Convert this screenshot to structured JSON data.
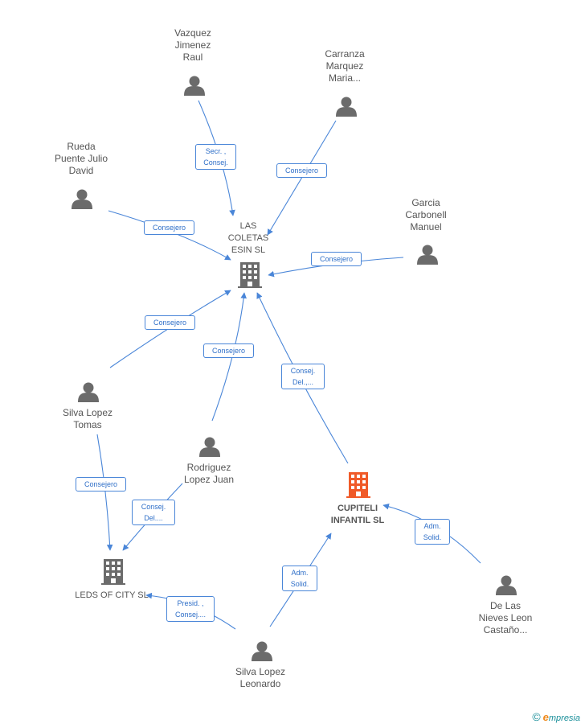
{
  "colors": {
    "edge": "#4a86d8",
    "person": "#6b6b6b",
    "company": "#6b6b6b",
    "focus_company": "#f05a28"
  },
  "nodes": {
    "vazquez": "Vazquez\nJimenez\nRaul",
    "carranza": "Carranza\nMarquez\nMaria...",
    "rueda": "Rueda\nPuente Julio\nDavid",
    "garcia": "Garcia\nCarbonell\nManuel",
    "las_coletas": "LAS\nCOLETAS\nESIN SL",
    "silva_tomas": "Silva Lopez\nTomas",
    "rodriguez": "Rodriguez\nLopez Juan",
    "cupiteli": "CUPITELI\nINFANTIL SL",
    "leds": "LEDS OF CITY SL",
    "de_las_nieves": "De Las\nNieves Leon\nCastaño...",
    "silva_leonardo": "Silva Lopez\nLeonardo"
  },
  "edges": {
    "vazquez_lc": "Secr. ,\nConsej.",
    "carranza_lc": "Consejero",
    "rueda_lc": "Consejero",
    "garcia_lc": "Consejero",
    "tomas_lc": "Consejero",
    "rodriguez_lc": "Consejero",
    "cupiteli_lc": "Consej.\nDel.,...",
    "tomas_leds": "Consejero",
    "rodriguez_leds": "Consej.\nDel....",
    "leonardo_leds": "Presid. ,\nConsej....",
    "leonardo_cupiteli": "Adm.\nSolid.",
    "nieves_cupiteli": "Adm.\nSolid."
  },
  "watermark": {
    "symbol": "©",
    "brand_initial": "e",
    "brand_rest": "mpresia"
  }
}
